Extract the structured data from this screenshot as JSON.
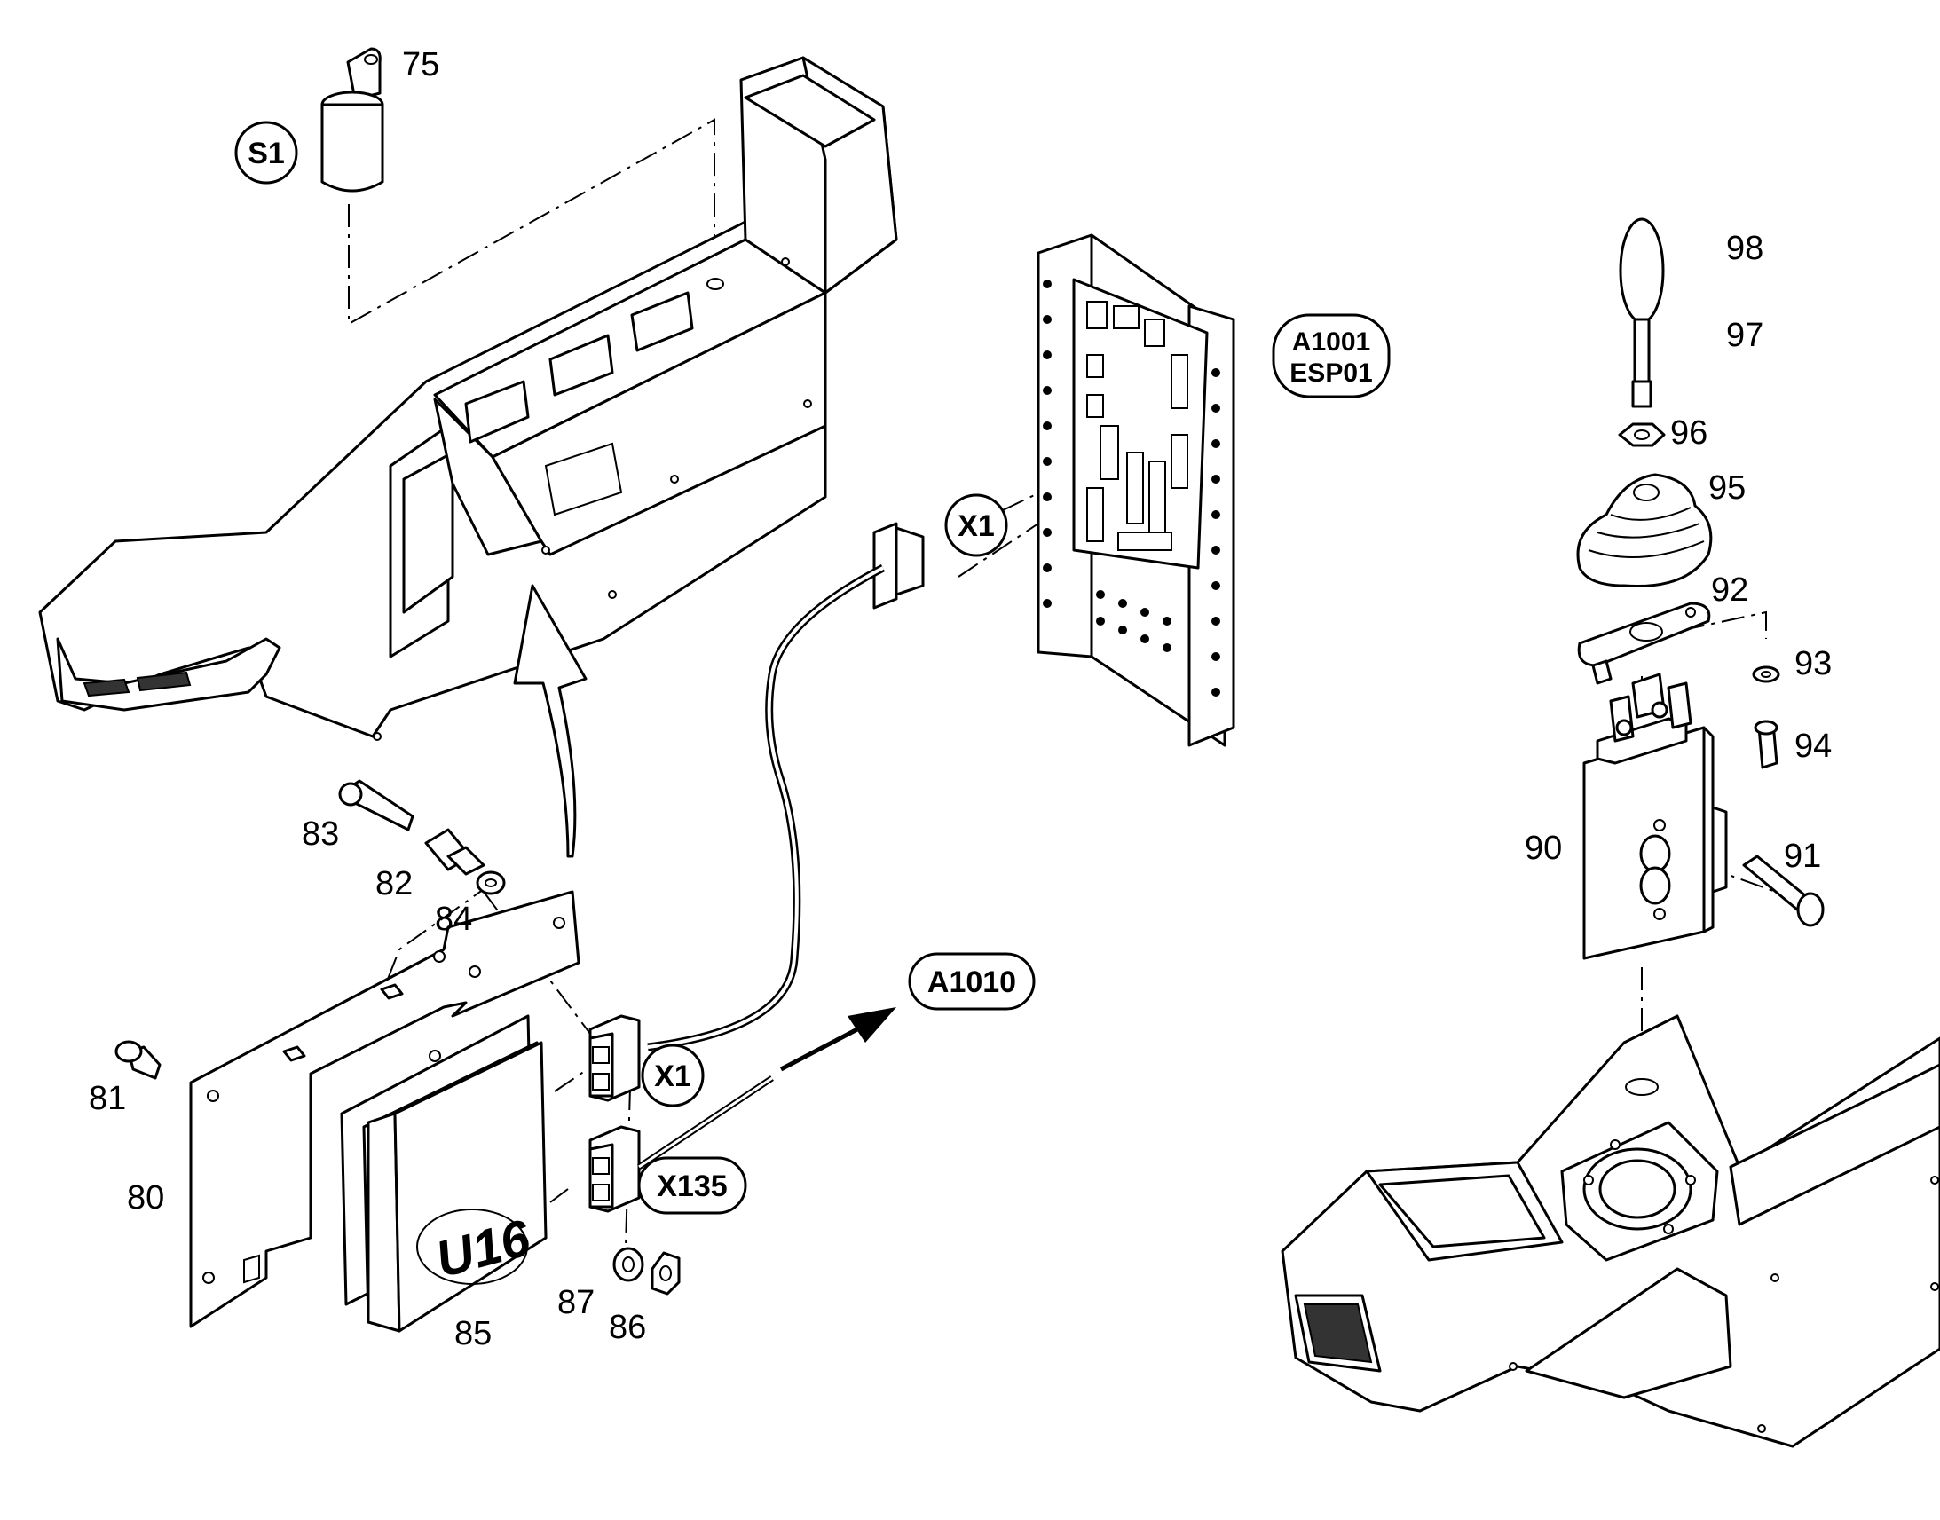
{
  "part_numbers": {
    "p75": "75",
    "p80": "80",
    "p81": "81",
    "p82": "82",
    "p83": "83",
    "p84": "84",
    "p85": "85",
    "p86": "86",
    "p87": "87",
    "p90": "90",
    "p91": "91",
    "p92": "92",
    "p93": "93",
    "p94": "94",
    "p95": "95",
    "p96": "96",
    "p97": "97",
    "p98": "98"
  },
  "tags": {
    "s1": "S1",
    "x1_upper": "X1",
    "x1_lower": "X1",
    "x135": "X135",
    "a1010": "A1010",
    "a1001_line1": "A1001",
    "a1001_line2": "ESP01"
  },
  "module_label": "U16"
}
